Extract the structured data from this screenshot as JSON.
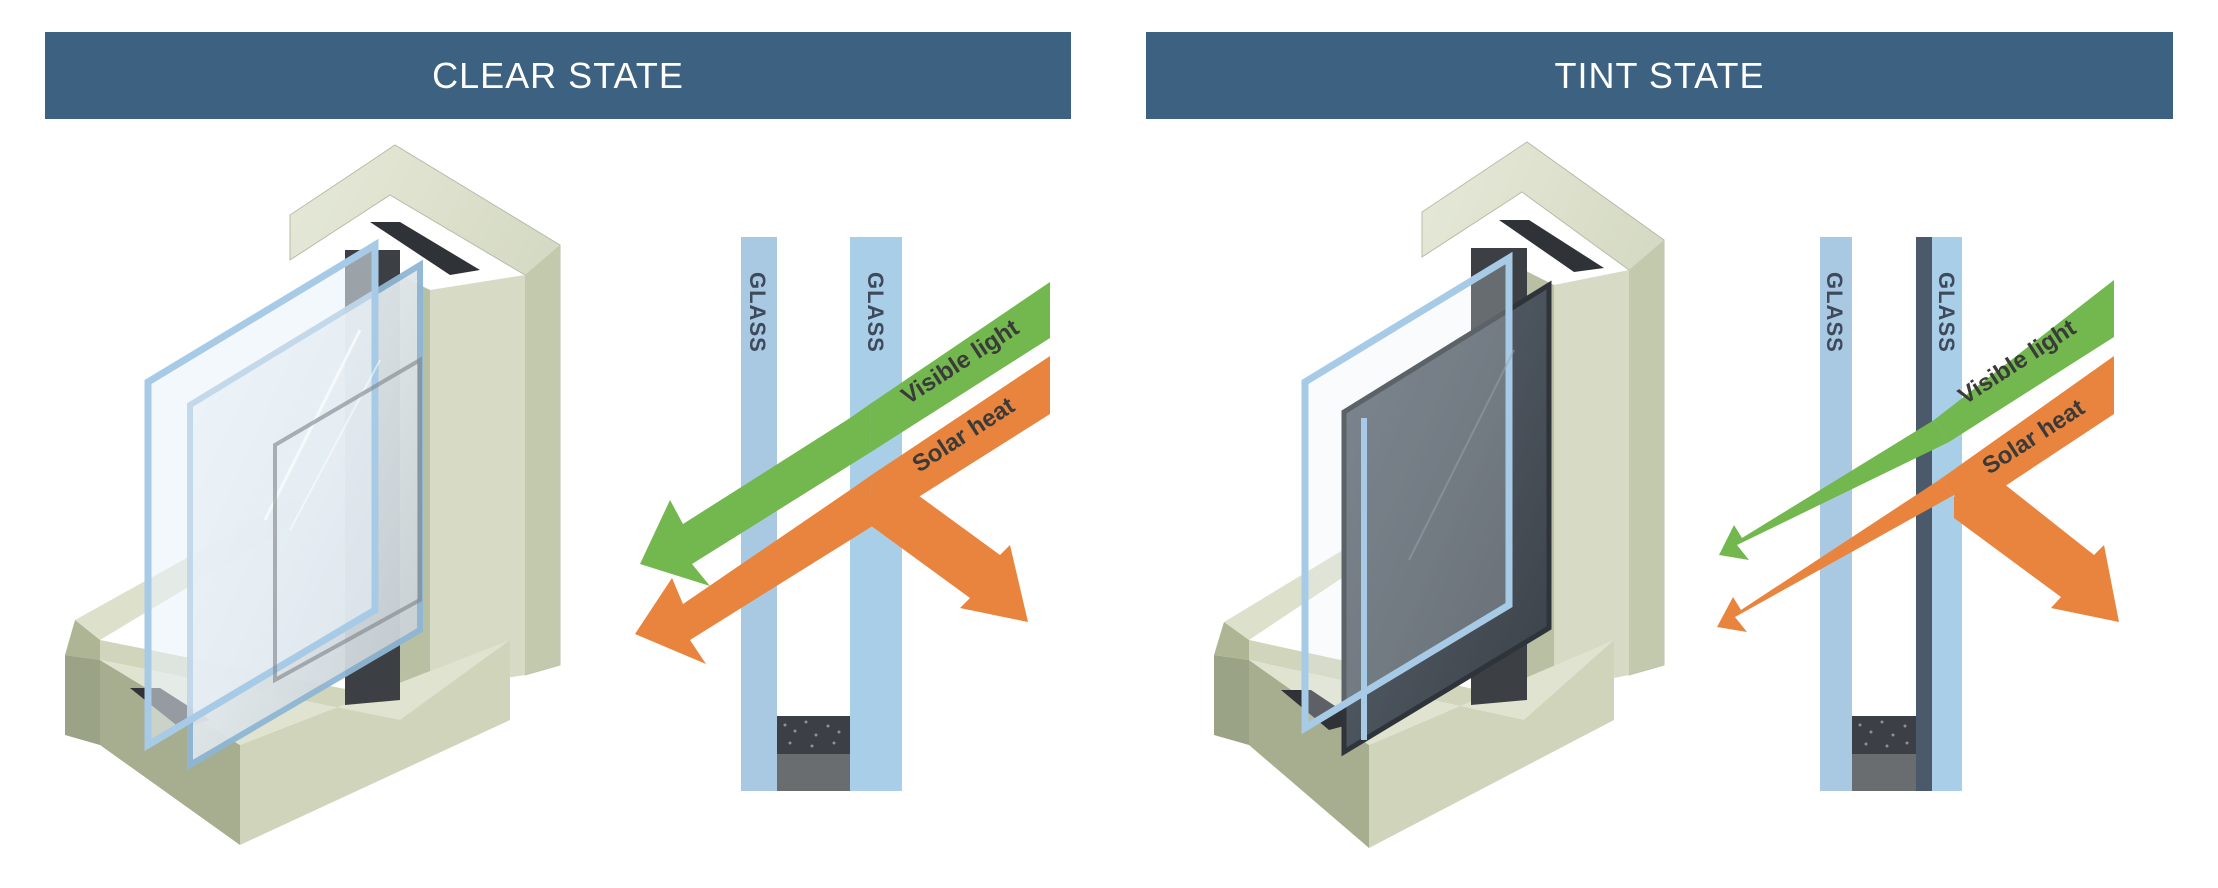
{
  "panels": [
    {
      "id": "clear",
      "header": "CLEAR STATE",
      "glass_labels": [
        "GLASS",
        "GLASS"
      ],
      "visible_light_label": "Visible light",
      "solar_heat_label": "Solar heat"
    },
    {
      "id": "tint",
      "header": "TINT STATE",
      "glass_labels": [
        "GLASS",
        "GLASS"
      ],
      "visible_light_label": "Visible light",
      "solar_heat_label": "Solar heat"
    }
  ],
  "colors": {
    "header_bg": "#3c6181",
    "header_text": "#ffffff",
    "frame": "#d6dbc5",
    "glass": "#a9c9e3",
    "tinted_glass": "#4b5a6a",
    "visible_light": "#72b84e",
    "solar_heat": "#e8843d",
    "spacer": "#6a6d70"
  }
}
